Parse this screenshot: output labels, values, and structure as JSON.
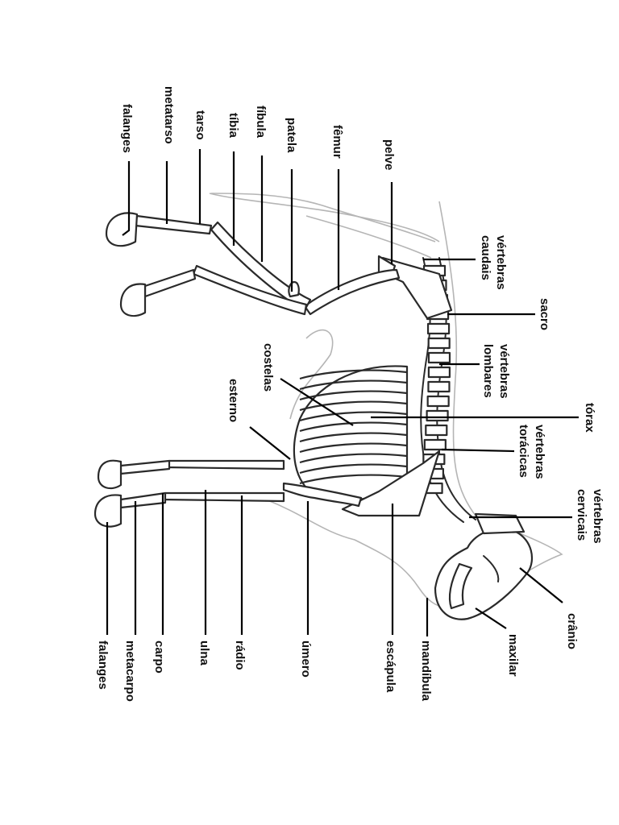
{
  "labels": {
    "falanges_hind": "falanges",
    "metatarso": "metatarso",
    "tarso": "tarso",
    "tibia": "tíbia",
    "fibula": "fíbula",
    "patela": "patela",
    "femur": "fêmur",
    "pelve": "pelve",
    "vertebras_caudais": [
      "vértebras",
      "caudais"
    ],
    "sacro": "sacro",
    "vertebras_lombares": [
      "vértebras",
      "lombares"
    ],
    "torax": "tórax",
    "vertebras_toracicas": [
      "vértebras",
      "torácicas"
    ],
    "vertebras_cervicais": [
      "vértebras",
      "cervicais"
    ],
    "cranio": "crânio",
    "maxilar": "maxilar",
    "mandibula": "mandíbula",
    "escapula": "escápula",
    "umero": "úmero",
    "radio": "rádio",
    "ulna": "ulna",
    "carpo": "carpo",
    "metacarpo": "metacarpo",
    "falanges_fore": "falanges",
    "costelas": "costelas",
    "esterno": "esterno"
  },
  "colors": {
    "bone_stroke": "#2a2a2a",
    "body_outline": "#b5b5b5",
    "text": "#111111"
  }
}
